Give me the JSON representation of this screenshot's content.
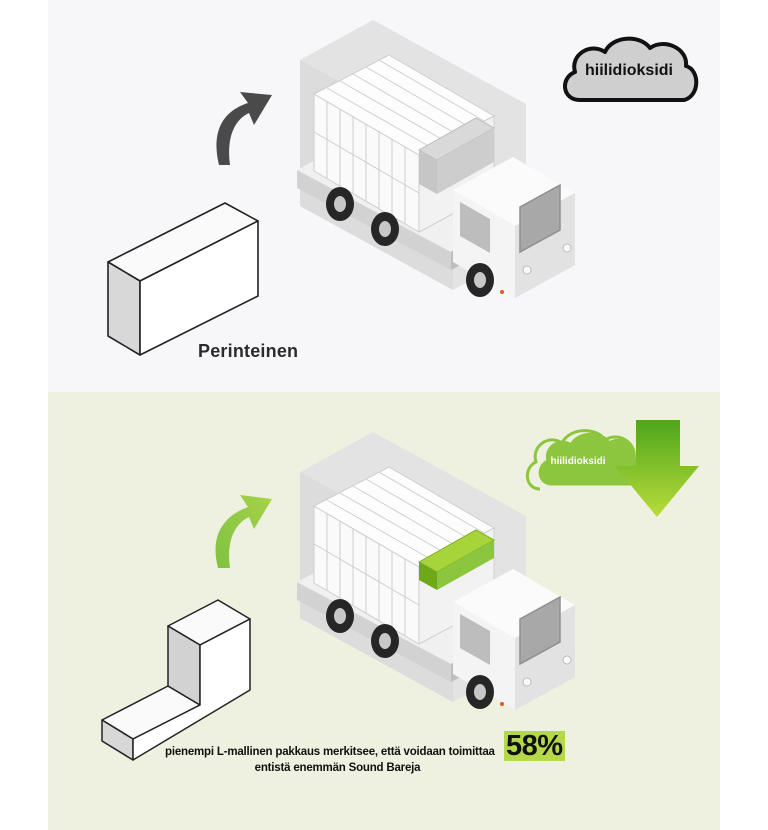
{
  "panels": {
    "traditional": {
      "caption": "Perinteinen",
      "cloud_label": "hiilidioksidi"
    },
    "improved": {
      "cloud_label": "hiilidioksidi",
      "note_line1": "pienempi L-mallinen pakkaus merkitsee, että voidaan toimittaa",
      "note_line2": "entistä enemmän Sound Bareja",
      "percent": "58%"
    }
  },
  "colors": {
    "top_background": "#f7f7f9",
    "bottom_background": "#eef1df",
    "accent_green": "#8cc63f",
    "percent_highlight": "#b5d84a",
    "dark_arrow": "#4a4a4a"
  },
  "icons": [
    "curved-arrow-icon",
    "cloud-icon",
    "down-arrow-icon",
    "truck-icon",
    "box-icon"
  ]
}
